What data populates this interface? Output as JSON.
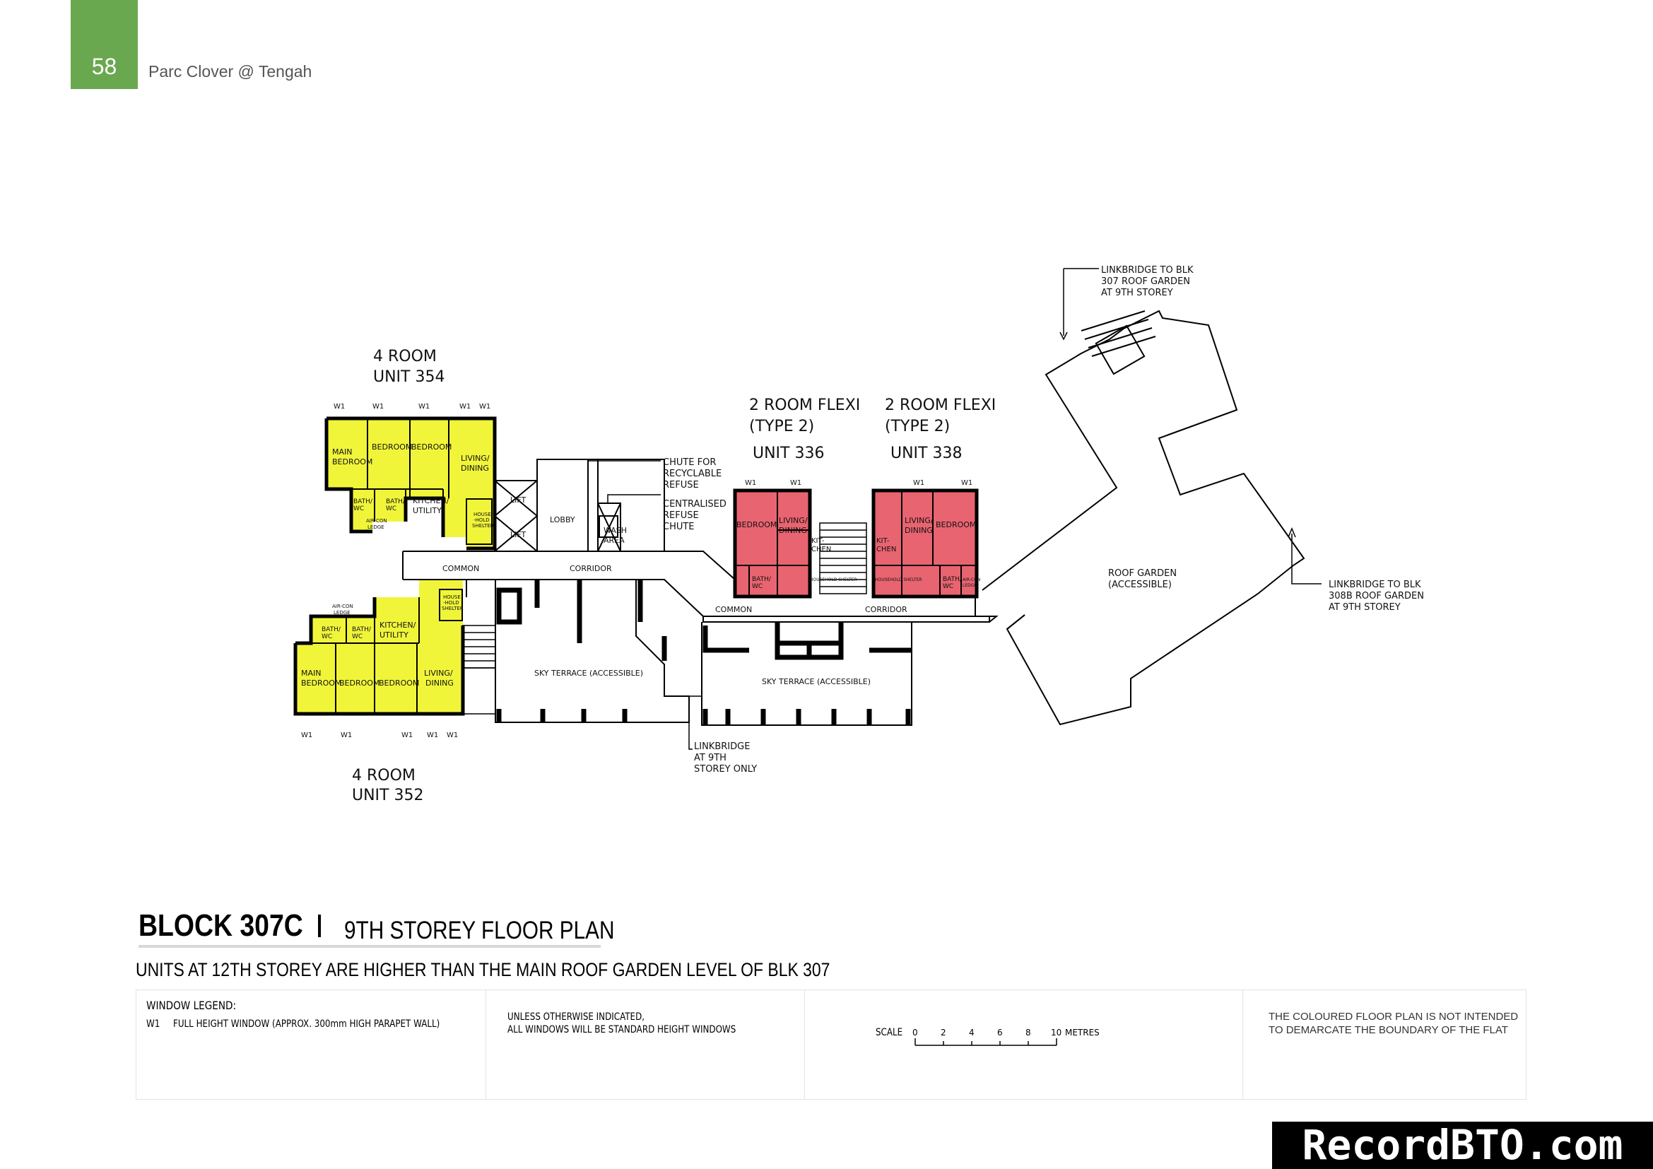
{
  "header": {
    "page_number": "58",
    "doc_title": "Parc Clover @ Tengah"
  },
  "colors": {
    "four_room_fill": "#f1f53a",
    "two_room_flexi_fill": "#e86470",
    "header_tab": "#6aa84f"
  },
  "units": {
    "u354": {
      "type": "4 ROOM",
      "unit": "UNIT 354"
    },
    "u352": {
      "type": "4 ROOM",
      "unit": "UNIT 352"
    },
    "u336": {
      "type": "2 ROOM FLEXI",
      "subtype": "(TYPE 2)",
      "unit": "UNIT 336"
    },
    "u338": {
      "type": "2 ROOM FLEXI",
      "subtype": "(TYPE 2)",
      "unit": "UNIT 338"
    }
  },
  "rooms": {
    "main_bedroom": "MAIN",
    "main_bedroom_2": "BEDROOM",
    "bedroom": "BEDROOM",
    "living": "LIVING/",
    "dining": "DINING",
    "bath": "BATH/",
    "wc": "WC",
    "kitchen": "KITCHEN/",
    "utility": "UTILITY",
    "kit": "KIT-",
    "chen": "CHEN",
    "aircon": "AIR-CON",
    "ledge": "LEDGE",
    "house": "HOUSE",
    "hold": "-HOLD",
    "shelter": "SHELTER",
    "household_shelter": "HOUSEHOLD SHELTER"
  },
  "window_tag": "W1",
  "annotations": {
    "lift": "LIFT",
    "lobby": "LOBBY",
    "common": "COMMON",
    "corridor": "CORRIDOR",
    "wash_area": [
      "WASH",
      "AREA"
    ],
    "chute_recyclable": [
      "CHUTE FOR",
      "RECYCLABLE",
      "REFUSE"
    ],
    "centralised_chute": [
      "CENTRALISED",
      "REFUSE",
      "CHUTE"
    ],
    "sky_terrace": "SKY TERRACE (ACCESSIBLE)",
    "roof_garden": [
      "ROOF GARDEN",
      "(ACCESSIBLE)"
    ],
    "linkbridge_307": [
      "LINKBRIDGE TO BLK",
      "307 ROOF GARDEN",
      "AT 9TH STOREY"
    ],
    "linkbridge_308b": [
      "LINKBRIDGE TO BLK",
      "308B ROOF GARDEN",
      "AT 9TH STOREY"
    ],
    "linkbridge_9th": [
      "LINKBRIDGE",
      "AT 9TH",
      "STOREY ONLY"
    ]
  },
  "title": {
    "block": "BLOCK 307C",
    "separator": "I",
    "floor": "9TH STOREY FLOOR PLAN"
  },
  "note": "UNITS AT 12TH STOREY ARE HIGHER THAN THE MAIN ROOF GARDEN LEVEL OF BLK 307",
  "legend": {
    "heading": "WINDOW LEGEND:",
    "w1_code": "W1",
    "w1_desc": "FULL HEIGHT WINDOW (APPROX. 300mm HIGH PARAPET WALL)",
    "standard": [
      "UNLESS OTHERWISE INDICATED,",
      "ALL WINDOWS WILL BE STANDARD HEIGHT WINDOWS"
    ],
    "scale_label": "SCALE",
    "scale_ticks": [
      "0",
      "2",
      "4",
      "6",
      "8",
      "10"
    ],
    "scale_unit": "METRES",
    "disclaimer": [
      "THE COLOURED FLOOR PLAN IS NOT INTENDED",
      "TO DEMARCATE THE BOUNDARY OF THE FLAT"
    ]
  },
  "watermark": "RecordBTO.com"
}
